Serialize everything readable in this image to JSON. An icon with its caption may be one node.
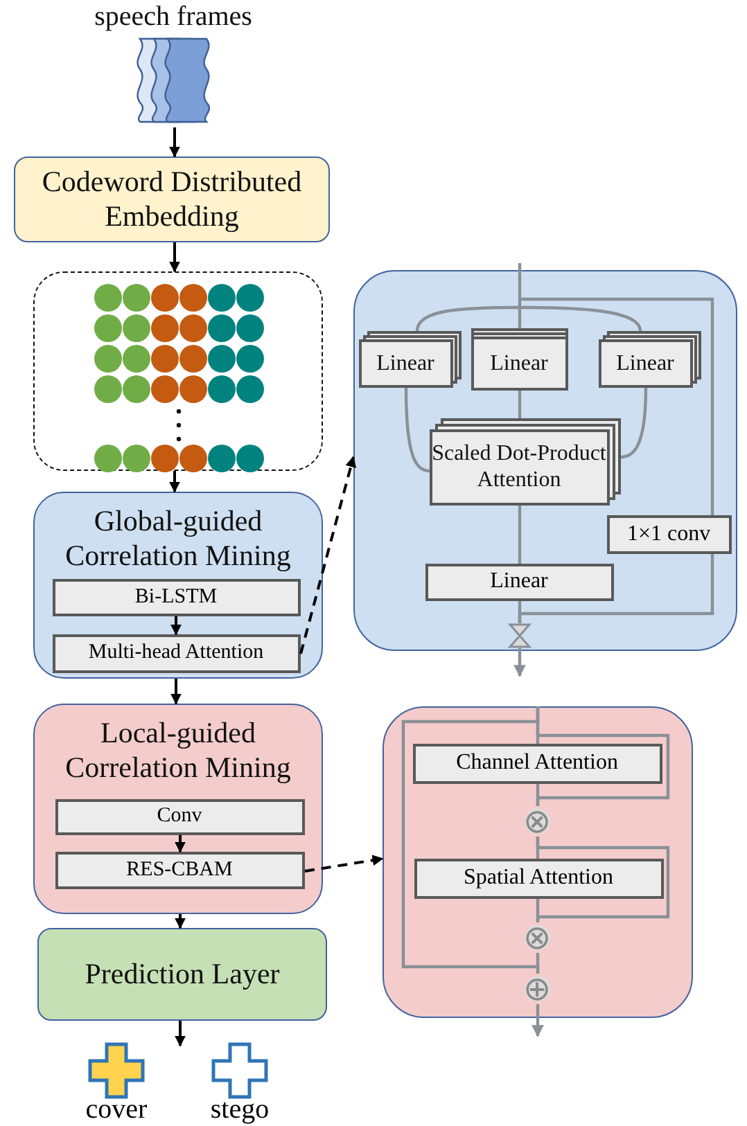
{
  "diagram": {
    "nodes": [
      {
        "text": [
          "speech frames"
        ]
      },
      {
        "text": [
          "Codeword Distributed Embedding"
        ]
      },
      {
        "text": [],
        "shape": "box"
      },
      {
        "text": [
          "Global-guided Correlation Mining"
        ]
      },
      {
        "text": [
          "Bi-LSTM"
        ],
        "in": 3
      },
      {
        "text": [
          "Multi-head Attention"
        ],
        "in": 3
      },
      {
        "text": [
          "Local-guided Correlation Mining"
        ]
      },
      {
        "text": [
          "Conv"
        ],
        "in": 6
      },
      {
        "text": [
          "RES-CBAM"
        ],
        "in": 6
      },
      {
        "text": [
          "Prediction Layer"
        ]
      },
      {
        "text": [],
        "shape": "box"
      },
      {
        "text": [
          "Linear"
        ],
        "in": 10
      },
      {
        "text": [
          "Linear"
        ],
        "in": 10
      },
      {
        "text": [
          "Linear"
        ],
        "in": 10
      },
      {
        "text": [
          "Scaled Dot-Product Attention"
        ],
        "in": 10
      },
      {
        "text": [
          "1×1 conv"
        ],
        "in": 10
      },
      {
        "text": [
          "Linear"
        ],
        "in": 10
      },
      {
        "text": [],
        "shape": "box"
      },
      {
        "text": [
          "Channel Attention"
        ],
        "in": 17
      },
      {
        "text": [
          "Spatial Attention"
        ],
        "in": 17
      },
      {
        "text": [
          "⊗"
        ],
        "in": 17
      },
      {
        "text": [
          "⊗"
        ],
        "in": 17
      },
      {
        "text": [
          "⊕"
        ],
        "in": 17
      },
      {
        "text": [],
        "shape": "hourglass",
        "in": 10
      }
    ],
    "edges": [
      {
        "from": 0,
        "to": 1,
        "arrow": "to",
        "color": "#000000"
      },
      {
        "from": 1,
        "to": 2,
        "arrow": "to",
        "color": "#000000"
      },
      {
        "from": 2,
        "to": 3,
        "arrow": "to",
        "color": "#000000"
      },
      {
        "from": 4,
        "to": 5,
        "arrow": "to",
        "color": "#000000"
      },
      {
        "from": 3,
        "to": 6,
        "arrow": "to",
        "color": "#000000"
      },
      {
        "from": 7,
        "to": 8,
        "arrow": "to",
        "color": "#000000"
      },
      {
        "from": 6,
        "to": 9,
        "arrow": "to",
        "color": "#000000"
      },
      {
        "from": 9,
        "to": null,
        "arrow": "to",
        "color": "#000000"
      },
      {
        "from": 5,
        "to": 10,
        "arrow": "to",
        "style": "dashed",
        "color": "#000000"
      },
      {
        "from": 8,
        "to": 17,
        "arrow": "to",
        "style": "dashed",
        "color": "#000000"
      },
      {
        "from": null,
        "to": 11,
        "arrow": "none"
      },
      {
        "from": null,
        "to": 12,
        "arrow": "none"
      },
      {
        "from": null,
        "to": 13,
        "arrow": "none"
      },
      {
        "from": 11,
        "to": 14,
        "arrow": "none"
      },
      {
        "from": 12,
        "to": 14,
        "arrow": "none"
      },
      {
        "from": 13,
        "to": 14,
        "arrow": "none"
      },
      {
        "from": 14,
        "to": 16,
        "arrow": "none"
      },
      {
        "from": null,
        "to": 15,
        "arrow": "none"
      },
      {
        "from": 15,
        "to": 23,
        "arrow": "none"
      },
      {
        "from": 16,
        "to": 23,
        "arrow": "none"
      },
      {
        "from": null,
        "to": 18,
        "arrow": "none"
      },
      {
        "from": 18,
        "to": 20,
        "arrow": "none"
      },
      {
        "from": 20,
        "to": 19,
        "arrow": "none"
      },
      {
        "from": 19,
        "to": 21,
        "arrow": "none"
      },
      {
        "from": 21,
        "to": 22,
        "arrow": "none"
      },
      {
        "from": 22,
        "to": null,
        "arrow": "to"
      },
      {
        "from": null,
        "to": 20,
        "arrow": "none"
      },
      {
        "from": 20,
        "to": 21,
        "arrow": "none"
      },
      {
        "from": null,
        "to": 22,
        "arrow": "none"
      },
      {
        "from": 23,
        "to": null,
        "arrow": "to"
      }
    ],
    "labels": [
      "cover",
      "stego"
    ]
  }
}
